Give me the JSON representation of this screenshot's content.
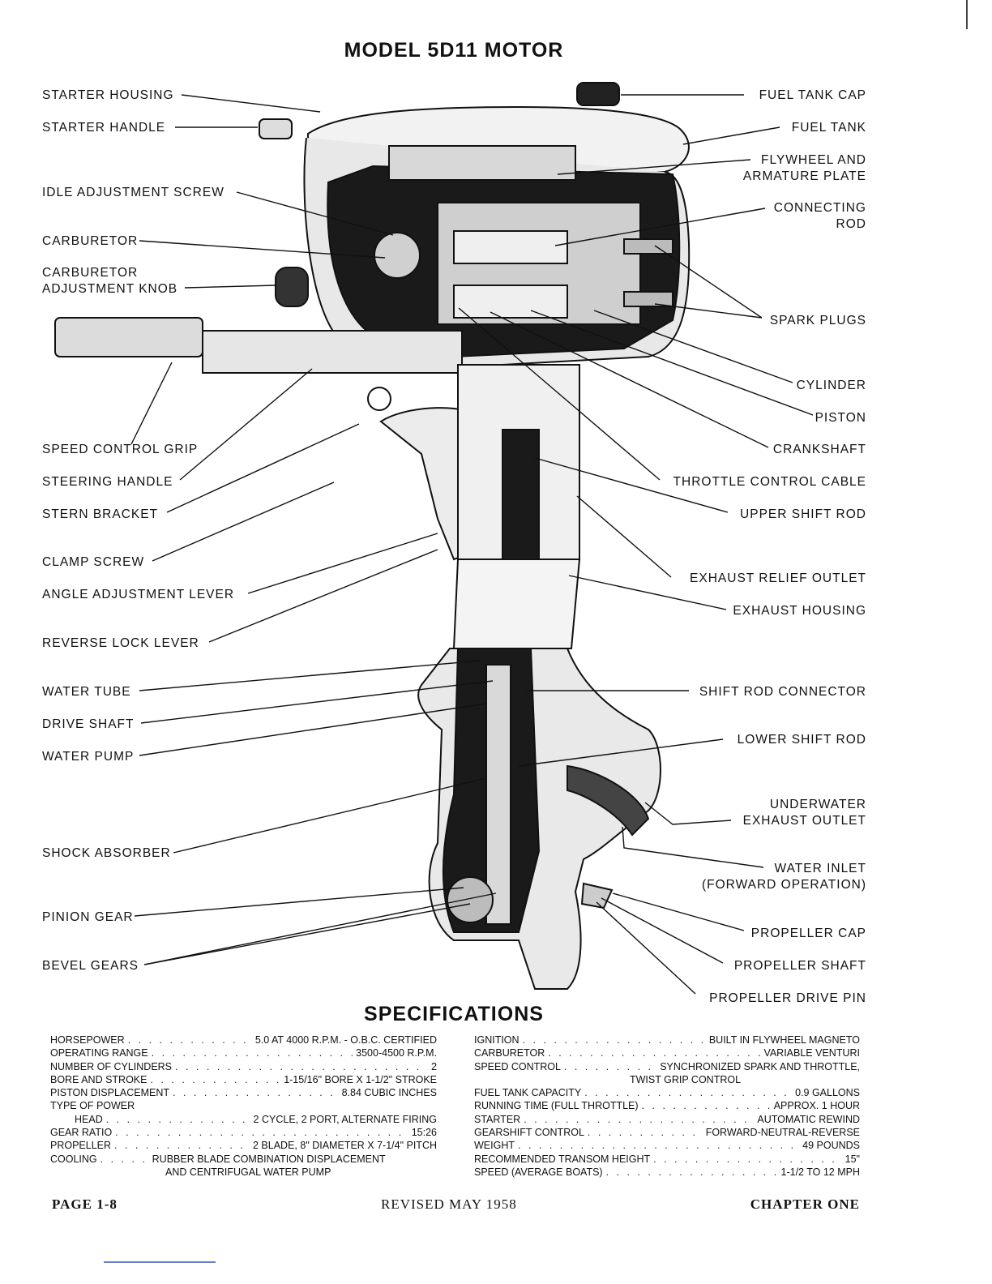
{
  "title": "MODEL 5D11 MOTOR",
  "left_labels": [
    {
      "id": "starter-housing",
      "text": "STARTER HOUSING"
    },
    {
      "id": "starter-handle",
      "text": "STARTER HANDLE"
    },
    {
      "id": "idle-adjustment-screw",
      "text": "IDLE ADJUSTMENT SCREW"
    },
    {
      "id": "carburetor",
      "text": "CARBURETOR"
    },
    {
      "id": "carburetor-adjustment-knob",
      "text": "CARBURETOR\nADJUSTMENT KNOB"
    },
    {
      "id": "speed-control-grip",
      "text": "SPEED CONTROL GRIP"
    },
    {
      "id": "steering-handle",
      "text": "STEERING HANDLE"
    },
    {
      "id": "stern-bracket",
      "text": "STERN BRACKET"
    },
    {
      "id": "clamp-screw",
      "text": "CLAMP SCREW"
    },
    {
      "id": "angle-adjustment-lever",
      "text": "ANGLE ADJUSTMENT LEVER"
    },
    {
      "id": "reverse-lock-lever",
      "text": "REVERSE LOCK LEVER"
    },
    {
      "id": "water-tube",
      "text": "WATER TUBE"
    },
    {
      "id": "drive-shaft",
      "text": "DRIVE SHAFT"
    },
    {
      "id": "water-pump",
      "text": "WATER PUMP"
    },
    {
      "id": "shock-absorber",
      "text": "SHOCK ABSORBER"
    },
    {
      "id": "pinion-gear",
      "text": "PINION GEAR"
    },
    {
      "id": "bevel-gears",
      "text": "BEVEL GEARS"
    }
  ],
  "right_labels": [
    {
      "id": "fuel-tank-cap",
      "text": "FUEL TANK CAP"
    },
    {
      "id": "fuel-tank",
      "text": "FUEL TANK"
    },
    {
      "id": "flywheel-and-armature-plate",
      "text": "FLYWHEEL AND\nARMATURE PLATE"
    },
    {
      "id": "connecting-rod",
      "text": "CONNECTING\nROD"
    },
    {
      "id": "spark-plugs",
      "text": "SPARK PLUGS"
    },
    {
      "id": "cylinder",
      "text": "CYLINDER"
    },
    {
      "id": "piston",
      "text": "PISTON"
    },
    {
      "id": "crankshaft",
      "text": "CRANKSHAFT"
    },
    {
      "id": "throttle-control-cable",
      "text": "THROTTLE CONTROL CABLE"
    },
    {
      "id": "upper-shift-rod",
      "text": "UPPER SHIFT ROD"
    },
    {
      "id": "exhaust-relief-outlet",
      "text": "EXHAUST RELIEF OUTLET"
    },
    {
      "id": "exhaust-housing",
      "text": "EXHAUST HOUSING"
    },
    {
      "id": "shift-rod-connector",
      "text": "SHIFT ROD CONNECTOR"
    },
    {
      "id": "lower-shift-rod",
      "text": "LOWER SHIFT ROD"
    },
    {
      "id": "underwater-exhaust-outlet",
      "text": "UNDERWATER\nEXHAUST OUTLET"
    },
    {
      "id": "water-inlet",
      "text": "WATER INLET\n(FORWARD OPERATION)"
    },
    {
      "id": "propeller-cap",
      "text": "PROPELLER CAP"
    },
    {
      "id": "propeller-shaft",
      "text": "PROPELLER SHAFT"
    },
    {
      "id": "propeller-drive-pin",
      "text": "PROPELLER DRIVE PIN"
    }
  ],
  "specifications": {
    "title": "SPECIFICATIONS",
    "left": [
      {
        "label": "HORSEPOWER",
        "value": "5.0 AT 4000 R.P.M. - O.B.C. CERTIFIED"
      },
      {
        "label": "OPERATING RANGE",
        "value": "3500-4500 R.P.M."
      },
      {
        "label": "NUMBER OF CYLINDERS",
        "value": "2"
      },
      {
        "label": "BORE AND STROKE",
        "value": "1-15/16\" BORE X 1-1/2\" STROKE"
      },
      {
        "label": "PISTON DISPLACEMENT",
        "value": "8.84 CUBIC INCHES"
      },
      {
        "label": "TYPE OF POWER",
        "value": ""
      },
      {
        "label": "HEAD",
        "value": "2 CYCLE, 2 PORT, ALTERNATE FIRING"
      },
      {
        "label": "GEAR RATIO",
        "value": "15:26"
      },
      {
        "label": "PROPELLER",
        "value": "2 BLADE, 8\" DIAMETER X 7-1/4\" PITCH"
      },
      {
        "label": "COOLING",
        "value": "RUBBER BLADE COMBINATION DISPLACEMENT"
      }
    ],
    "left_cont": "AND CENTRIFUGAL WATER PUMP",
    "right": [
      {
        "label": "IGNITION",
        "value": "BUILT IN FLYWHEEL MAGNETO"
      },
      {
        "label": "CARBURETOR",
        "value": "VARIABLE VENTURI"
      },
      {
        "label": "SPEED CONTROL",
        "value": "SYNCHRONIZED SPARK AND THROTTLE,"
      }
    ],
    "right_cont": "TWIST GRIP CONTROL",
    "right2": [
      {
        "label": "FUEL TANK CAPACITY",
        "value": "0.9 GALLONS"
      },
      {
        "label": "RUNNING TIME (FULL THROTTLE)",
        "value": "APPROX. 1 HOUR"
      },
      {
        "label": "STARTER",
        "value": "AUTOMATIC REWIND"
      },
      {
        "label": "GEARSHIFT CONTROL",
        "value": "FORWARD-NEUTRAL-REVERSE"
      },
      {
        "label": "WEIGHT",
        "value": "49 POUNDS"
      },
      {
        "label": "RECOMMENDED TRANSOM HEIGHT",
        "value": "15\""
      },
      {
        "label": "SPEED (AVERAGE BOATS)",
        "value": "1-1/2 TO 12 MPH"
      }
    ]
  },
  "footer": {
    "page": "PAGE 1-8",
    "revised": "REVISED MAY 1958",
    "chapter": "CHAPTER ONE"
  },
  "colors": {
    "ink": "#111111",
    "paper": "#ffffff",
    "shade": "#8a8a8a",
    "light": "#e4e4e4"
  }
}
